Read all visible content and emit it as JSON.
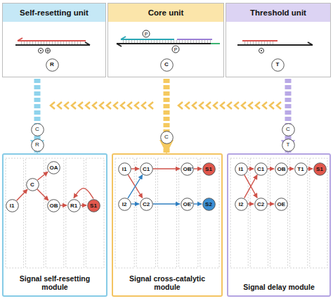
{
  "diagram": {
    "nodes": [
      {
        "text": [
          "Self-resetting unit"
        ]
      },
      {
        "text": [
          "R"
        ],
        "in": 0
      },
      {
        "text": [
          "Core unit"
        ]
      },
      {
        "text": [
          "C"
        ],
        "in": 2
      },
      {
        "text": [
          "Threshold unit"
        ]
      },
      {
        "text": [
          "T"
        ],
        "in": 4
      },
      {
        "text": [
          "C"
        ]
      },
      {
        "text": [
          "R"
        ]
      },
      {
        "text": [
          "C"
        ]
      },
      {
        "text": [
          "C"
        ]
      },
      {
        "text": [
          "T"
        ]
      },
      {
        "text": [
          "Signal self-resetting module"
        ]
      },
      {
        "text": [
          "I1"
        ],
        "in": 11
      },
      {
        "text": [
          "C"
        ],
        "in": 11
      },
      {
        "text": [
          "OA"
        ],
        "in": 11
      },
      {
        "text": [
          "OB"
        ],
        "in": 11
      },
      {
        "text": [
          "R1"
        ],
        "in": 11
      },
      {
        "text": [
          "S1"
        ],
        "in": 11
      },
      {
        "text": [
          "Signal cross-catalytic module"
        ]
      },
      {
        "text": [
          "I1"
        ],
        "in": 18
      },
      {
        "text": [
          "C1"
        ],
        "in": 18
      },
      {
        "text": [
          "OB'"
        ],
        "in": 18
      },
      {
        "text": [
          "S1"
        ],
        "in": 18
      },
      {
        "text": [
          "I2"
        ],
        "in": 18
      },
      {
        "text": [
          "C2"
        ],
        "in": 18
      },
      {
        "text": [
          "OE'"
        ],
        "in": 18
      },
      {
        "text": [
          "S2"
        ],
        "in": 18
      },
      {
        "text": [
          "Signal delay module"
        ]
      },
      {
        "text": [
          "I1"
        ],
        "in": 27
      },
      {
        "text": [
          "C1"
        ],
        "in": 27
      },
      {
        "text": [
          "OB"
        ],
        "in": 27
      },
      {
        "text": [
          "T1"
        ],
        "in": 27
      },
      {
        "text": [
          "S1"
        ],
        "in": 27
      },
      {
        "text": [
          "I2"
        ],
        "in": 27
      },
      {
        "text": [
          "C2"
        ],
        "in": 27
      },
      {
        "text": [
          "OE"
        ],
        "in": 27
      }
    ],
    "edges": [
      {
        "from": 0,
        "to": 11,
        "arrow": "to"
      },
      {
        "from": 2,
        "to": 18,
        "arrow": "to"
      },
      {
        "from": 4,
        "to": 27,
        "arrow": "to"
      },
      {
        "from": 12,
        "to": 13,
        "arrow": "to"
      },
      {
        "from": 13,
        "to": 14,
        "arrow": "to"
      },
      {
        "from": 13,
        "to": 15,
        "arrow": "to"
      },
      {
        "from": 15,
        "to": 16,
        "arrow": "to"
      },
      {
        "from": 16,
        "to": 17,
        "arrow": "to"
      },
      {
        "from": 17,
        "to": 16,
        "arrow": "to"
      },
      {
        "from": 19,
        "to": 20,
        "arrow": "to"
      },
      {
        "from": 20,
        "to": 21,
        "arrow": "to"
      },
      {
        "from": 21,
        "to": 22,
        "arrow": "to"
      },
      {
        "from": 23,
        "to": 24,
        "arrow": "to"
      },
      {
        "from": 24,
        "to": 25,
        "arrow": "to"
      },
      {
        "from": 25,
        "to": 26,
        "arrow": "to"
      },
      {
        "from": 19,
        "to": 24,
        "arrow": "to"
      },
      {
        "from": 23,
        "to": 20,
        "arrow": "to"
      },
      {
        "from": 28,
        "to": 29,
        "arrow": "to"
      },
      {
        "from": 29,
        "to": 30,
        "arrow": "to"
      },
      {
        "from": 30,
        "to": 31,
        "arrow": "to"
      },
      {
        "from": 31,
        "to": 32,
        "arrow": "to"
      },
      {
        "from": 33,
        "to": 34,
        "arrow": "to"
      },
      {
        "from": 34,
        "to": 35,
        "arrow": "to"
      },
      {
        "from": 28,
        "to": 34,
        "arrow": "to"
      },
      {
        "from": 33,
        "to": 29,
        "arrow": "to"
      }
    ],
    "labels": [
      "P",
      "P"
    ]
  }
}
